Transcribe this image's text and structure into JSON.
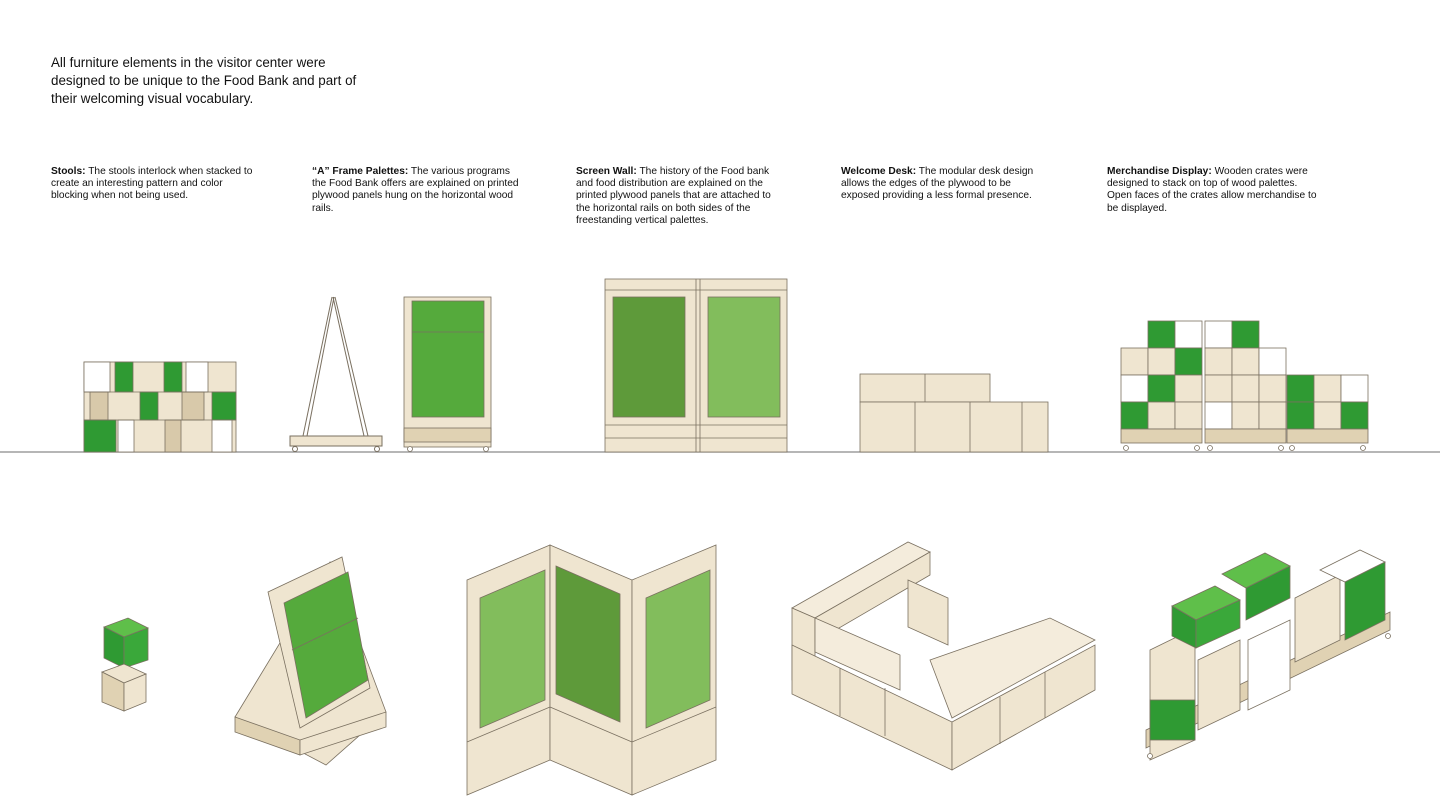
{
  "intro": "All furniture elements in the visitor center were designed to be unique to the Food Bank and part of their welcoming visual vocabulary.",
  "colors": {
    "wood": "#efe5d0",
    "wood_dark": "#e0d2b3",
    "outline": "#7a7060",
    "green_dark": "#2f9a33",
    "green_mid": "#5e9a3a",
    "green_light": "#82bd5c",
    "panel_green": "#55aa3c",
    "ground": "#8a8a8a"
  },
  "items": [
    {
      "title": "Stools:",
      "description": "The stools interlock when stacked to create an interesting pattern and color blocking when not being used."
    },
    {
      "title": "“A” Frame Palettes:",
      "description": "The various programs the Food Bank offers are explained on printed plywood panels hung on the horizontal wood rails."
    },
    {
      "title": "Screen Wall:",
      "description": "The history of the Food bank and food distribution are explained on the printed plywood panels that are attached to the horizontal rails on both sides of the freestanding vertical palettes."
    },
    {
      "title": "Welcome Desk:",
      "description": "The modular desk design allows the edges of the plywood to be exposed providing a less formal presence."
    },
    {
      "title": "Merchandise Display:",
      "description": "Wooden crates were designed to stack on top of wood palettes. Open faces of the crates allow merchandise to be displayed."
    }
  ]
}
